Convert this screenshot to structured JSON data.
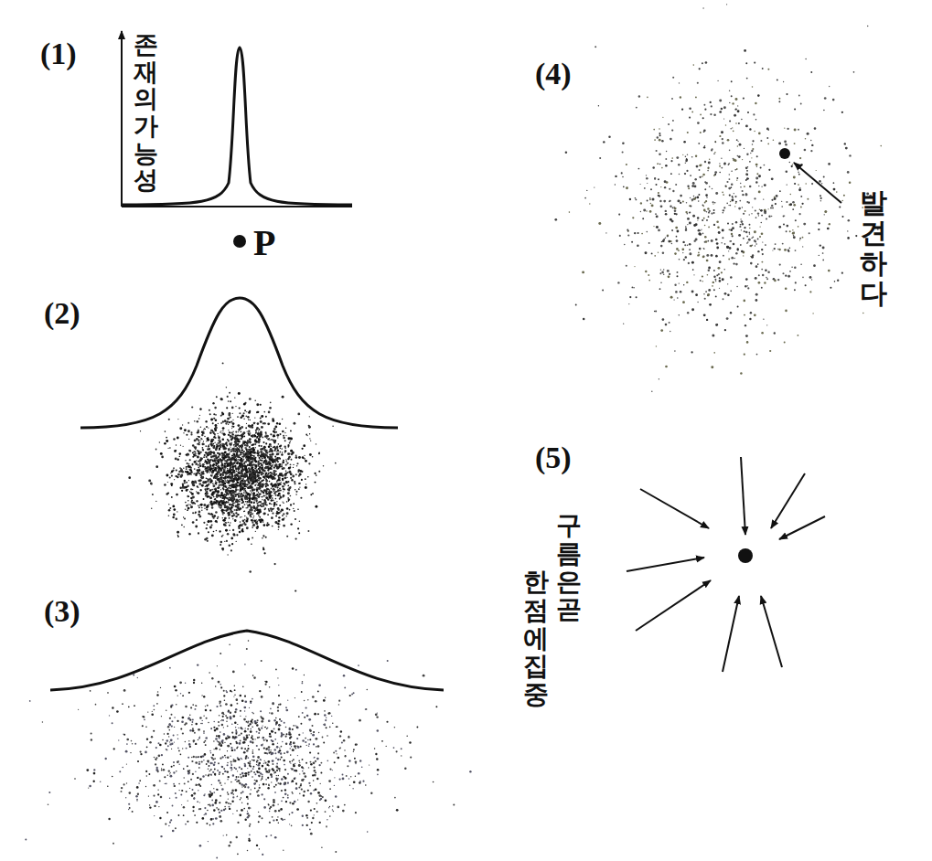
{
  "diagram": {
    "labels": [
      "(1)",
      "존재의 가능성",
      "P",
      "(2)",
      "(3)",
      "(4)",
      "발견하다",
      "(5)",
      "구름은 곧",
      "한 점에 집중"
    ]
  }
}
